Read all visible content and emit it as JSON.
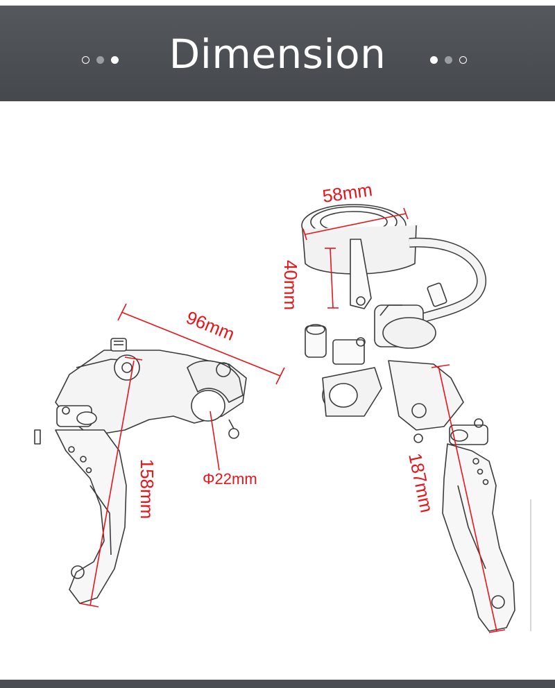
{
  "header": {
    "title": "Dimension"
  },
  "dimensions": {
    "left_lever_width": "96mm",
    "left_lever_length": "158mm",
    "bar_diameter": "Φ22mm",
    "reservoir_diameter": "58mm",
    "reservoir_height": "40mm",
    "right_lever_length": "187mm"
  },
  "colors": {
    "header_bg": "#4a4e52",
    "dimension_line": "#e8141a",
    "outline": "#3a3a3a"
  },
  "icons": [
    "dot-indicator",
    "brake-lever-left-drawing",
    "brake-lever-right-drawing"
  ]
}
